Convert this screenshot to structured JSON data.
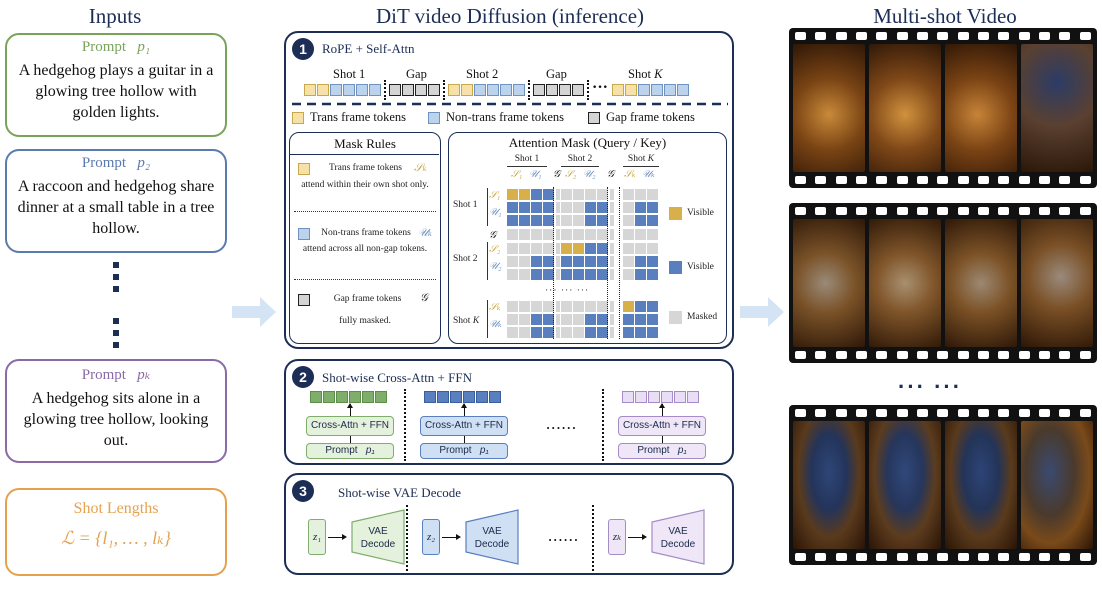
{
  "titles": {
    "inputs": "Inputs",
    "middle": "DiT video Diffusion (inference)",
    "right": "Multi-shot Video"
  },
  "prompts": [
    {
      "head": "Prompt",
      "sym": "p₁",
      "text": "A hedgehog plays a guitar in a glowing tree hollow with golden lights.",
      "color": "#7aa35a"
    },
    {
      "head": "Prompt",
      "sym": "p₂",
      "text": "A raccoon and hedgehog share dinner at a small table in a tree hollow.",
      "color": "#5a7bb0"
    },
    {
      "head": "Prompt",
      "sym": "pₖ",
      "text": "A hedgehog sits alone in a glowing tree hollow, looking out.",
      "color": "#8a6aa8"
    }
  ],
  "shot_lengths": {
    "head": "Shot Lengths",
    "formula": "ℒ = {l₁, … , lₖ}",
    "color": "#e4a250"
  },
  "panel1": {
    "num": "1",
    "title": "RoPE + Self-Attn",
    "seq_labels": [
      "Shot 1",
      "Gap",
      "Shot 2",
      "Gap",
      "Shot"
    ],
    "shotK": "K",
    "ellipsis": "···",
    "legend": [
      "Trans frame tokens",
      "Non-trans frame tokens",
      "Gap frame tokens"
    ],
    "mask_rules": {
      "title": "Mask Rules",
      "rules": [
        {
          "name": "Trans frame tokens",
          "sym": "𝒮ₖ",
          "desc": "attend within their own shot only."
        },
        {
          "name": "Non-trans frame tokens",
          "sym": "𝒰ₖ",
          "desc": "attend across all non-gap tokens."
        },
        {
          "name": "Gap frame tokens",
          "sym": "𝒢",
          "desc": "fully masked."
        }
      ]
    },
    "attn": {
      "title": "Attention Mask (Query / Key)",
      "col_groups": [
        "Shot 1",
        "Shot 2",
        "Shot"
      ],
      "col_groupK": "K",
      "col_syms": [
        "𝒮₁",
        "𝒰₁",
        "𝒢",
        "𝒮₂",
        "𝒰₂",
        "𝒢",
        "𝒮ₖ",
        "𝒰ₖ"
      ],
      "row_groups": [
        "Shot 1",
        "Shot 2",
        "Shot"
      ],
      "row_groupK": "K",
      "row_syms": [
        "𝒮₁",
        "𝒰₁",
        "𝒢",
        "𝒮₂",
        "𝒰₂",
        "𝒮ₖ",
        "𝒰ₖ"
      ],
      "legend": [
        "Visible",
        "Visible",
        "Masked"
      ],
      "dots": "··· ··· ···"
    }
  },
  "panel2": {
    "num": "2",
    "title": "Shot-wise Cross-Attn + FFN",
    "block": "Cross-Attn + FFN",
    "prompt": "Prompt",
    "psym": "p₁",
    "dots": "······"
  },
  "panel3": {
    "num": "3",
    "title": "Shot-wise VAE Decode",
    "vae": [
      "VAE",
      "Decode"
    ],
    "z": [
      "z₁",
      "z₂",
      "zₖ"
    ],
    "dots": "······"
  },
  "film_dots": "···  ···",
  "colors": {
    "navy": "#1c2e55",
    "yellow": "#d8b04a",
    "blue": "#5a7fbf",
    "gray": "#d6d6d6",
    "green": "#7fae6a",
    "purple": "#a58cc6"
  }
}
